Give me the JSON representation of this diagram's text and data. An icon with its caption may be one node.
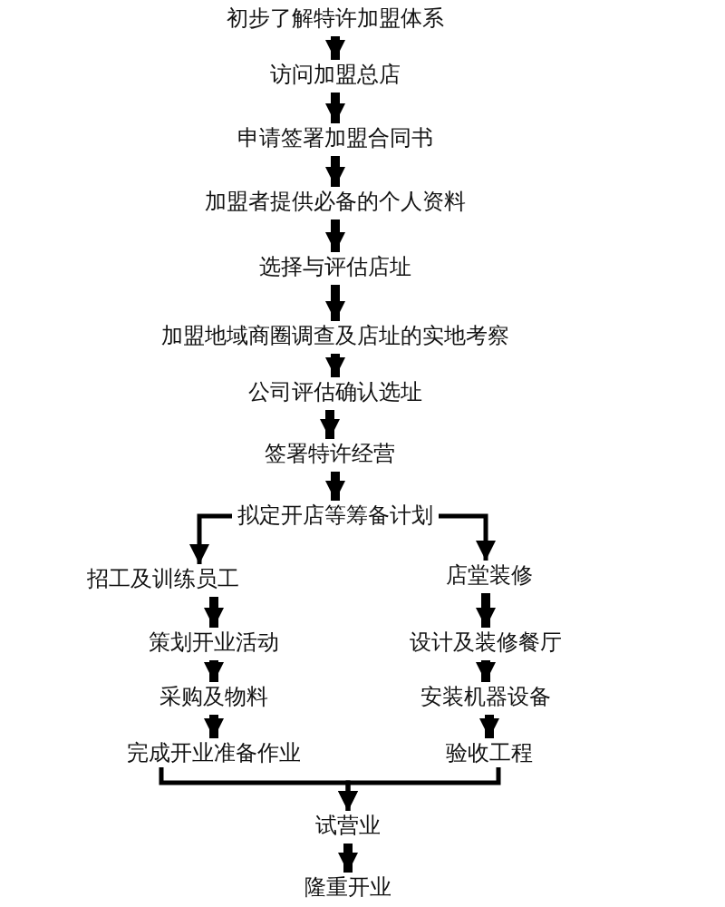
{
  "diagram": {
    "nodes": [
      {
        "text": [
          "初步了解特许加盟体系"
        ]
      },
      {
        "text": [
          "访问加盟总店"
        ]
      },
      {
        "text": [
          "申请签署加盟合同书"
        ]
      },
      {
        "text": [
          "加盟者提供必备的个人资料"
        ]
      },
      {
        "text": [
          "选择与评估店址"
        ]
      },
      {
        "text": [
          "加盟地域商圈调查及店址的实地考察"
        ]
      },
      {
        "text": [
          "公司评估确认选址"
        ]
      },
      {
        "text": [
          "签署特许经营"
        ]
      },
      {
        "text": [
          "拟定开店等筹备计划"
        ]
      },
      {
        "text": [
          "招工及训练员工"
        ]
      },
      {
        "text": [
          "店堂装修"
        ]
      },
      {
        "text": [
          "策划开业活动"
        ]
      },
      {
        "text": [
          "设计及装修餐厅"
        ]
      },
      {
        "text": [
          "采购及物料"
        ]
      },
      {
        "text": [
          "安装机器设备"
        ]
      },
      {
        "text": [
          "完成开业准备作业"
        ]
      },
      {
        "text": [
          "验收工程"
        ]
      },
      {
        "text": [
          "试营业"
        ]
      },
      {
        "text": [
          "隆重开业"
        ]
      }
    ],
    "edges": [
      {
        "from": 0,
        "to": 1,
        "arrow": "to"
      },
      {
        "from": 1,
        "to": 2,
        "arrow": "to"
      },
      {
        "from": 2,
        "to": 3,
        "arrow": "to"
      },
      {
        "from": 3,
        "to": 4,
        "arrow": "to"
      },
      {
        "from": 4,
        "to": 5,
        "arrow": "to"
      },
      {
        "from": 5,
        "to": 6,
        "arrow": "to"
      },
      {
        "from": 6,
        "to": 7,
        "arrow": "to"
      },
      {
        "from": 7,
        "to": 8,
        "arrow": "to"
      },
      {
        "from": 8,
        "to": 9,
        "arrow": "to"
      },
      {
        "from": 8,
        "to": 10,
        "arrow": "to"
      },
      {
        "from": 9,
        "to": 11,
        "arrow": "to"
      },
      {
        "from": 11,
        "to": 13,
        "arrow": "to"
      },
      {
        "from": 13,
        "to": 15,
        "arrow": "to"
      },
      {
        "from": 10,
        "to": 12,
        "arrow": "to"
      },
      {
        "from": 12,
        "to": 14,
        "arrow": "to"
      },
      {
        "from": 14,
        "to": 16,
        "arrow": "to"
      },
      {
        "from": 15,
        "to": 17,
        "arrow": "to"
      },
      {
        "from": 16,
        "to": 17,
        "arrow": "to"
      },
      {
        "from": 17,
        "to": 18,
        "arrow": "to"
      }
    ]
  }
}
